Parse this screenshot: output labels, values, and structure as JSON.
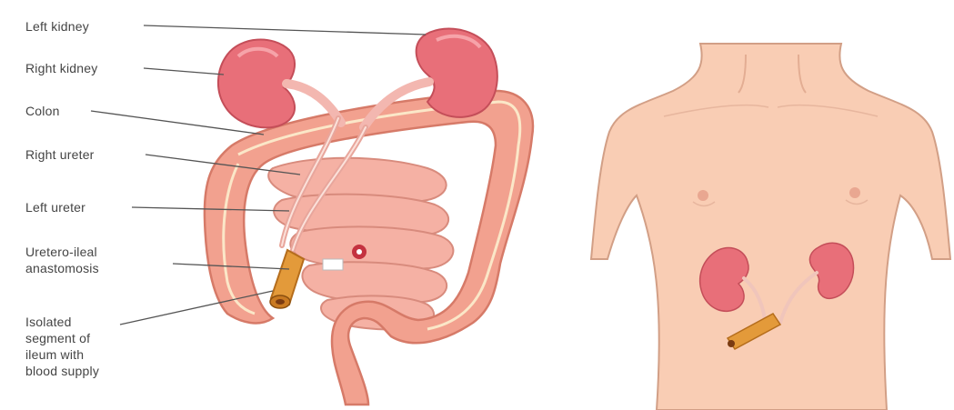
{
  "labels": {
    "left_kidney": "Left kidney",
    "right_kidney": "Right kidney",
    "colon": "Colon",
    "right_ureter": "Right ureter",
    "left_ureter": "Left ureter",
    "uretero_ileal_anastomosis": "Uretero-ileal\nanastomosis",
    "isolated_segment": "Isolated\nsegment of\nileum with\nblood supply"
  },
  "colors": {
    "kidney": "#e86f79",
    "kidney_highlight": "#f6a3a9",
    "colon": "#f2a18f",
    "colon_outline": "#d67a68",
    "taenia": "#fbe7c8",
    "small_intestine": "#f5b1a4",
    "ileal_conduit": "#e39a3a",
    "skin": "#f9cdb4",
    "skin_outline": "#d29f86",
    "leader_line": "#555555"
  }
}
